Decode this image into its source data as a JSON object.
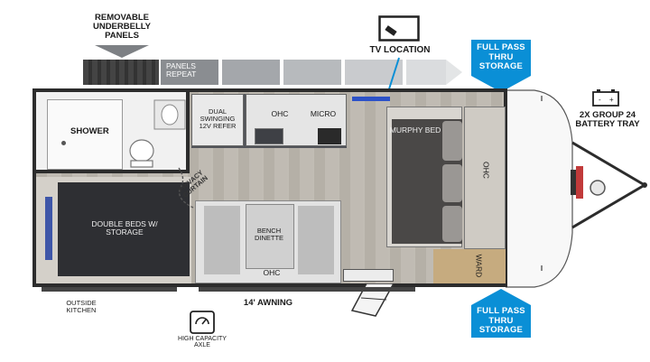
{
  "labels": {
    "removable_underbelly": "REMOVABLE UNDERBELLY PANELS",
    "panels_repeat": "PANELS REPEAT",
    "tv_location": "TV LOCATION",
    "full_pass_top": "FULL PASS THRU STORAGE",
    "full_pass_bottom": "FULL PASS THRU STORAGE",
    "battery_tray": "2X GROUP 24 BATTERY TRAY",
    "shower": "SHOWER",
    "refer": "DUAL SWINGING 12V REFER",
    "ohc_kitchen": "OHC",
    "micro": "MICRO",
    "murphy_bed": "MURPHY BED",
    "ohc_front": "OHC",
    "ward": "WARD",
    "privacy_curtain": "PRIVACY CURTAIN",
    "double_beds": "DOUBLE BEDS W/ STORAGE",
    "bench_dinette": "BENCH DINETTE",
    "ohc_dinette": "OHC",
    "awning": "14' AWNING",
    "outside_kitchen": "OUTSIDE KITCHEN",
    "axle": "HIGH CAPACITY AXLE"
  },
  "colors": {
    "accent_blue": "#0a8fd6",
    "wall": "#2c2c2c",
    "floor": "#b9b4ac",
    "panel_gray": "#8a8d91"
  },
  "icons": {
    "tv": "tv-icon",
    "battery": "battery-icon",
    "axle": "axle-scale-icon"
  }
}
